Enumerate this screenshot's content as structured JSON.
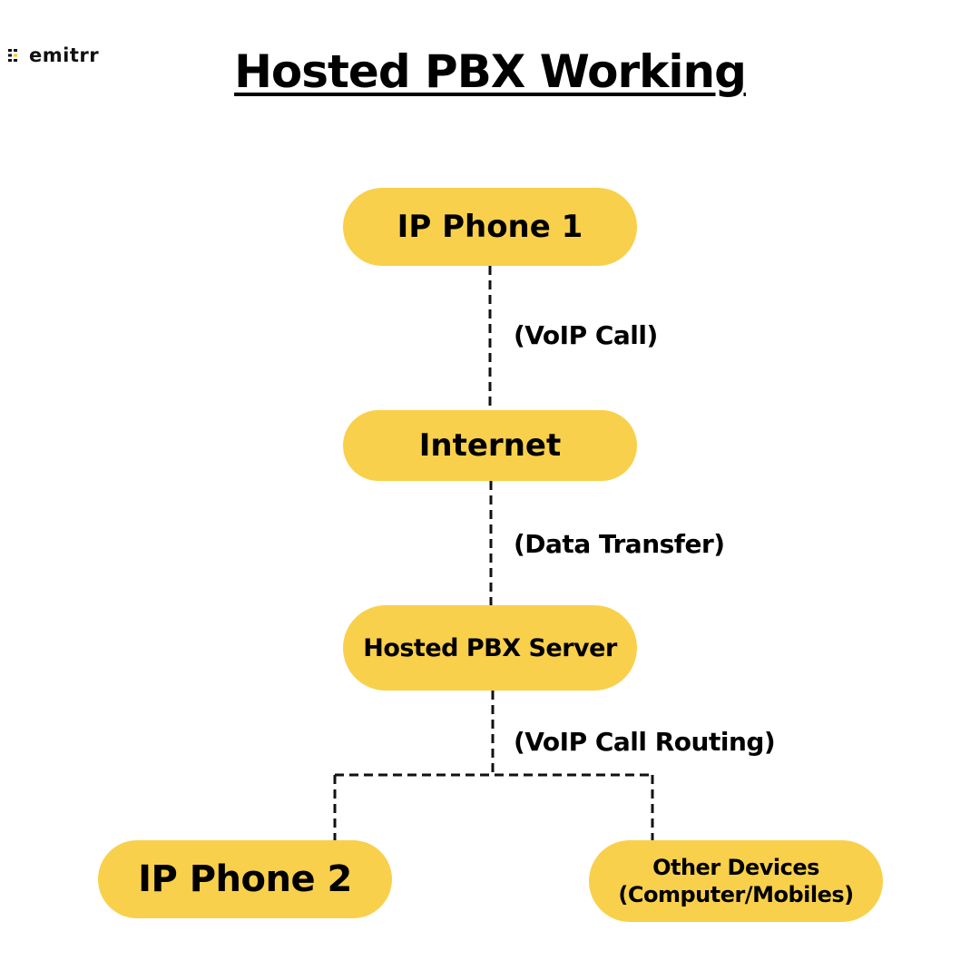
{
  "logo": {
    "text": "emitrr",
    "mark_color": "#f9c825"
  },
  "title": "Hosted PBX Working",
  "colors": {
    "node_fill": "#f9d04b",
    "connector": "#111111",
    "text": "#000000"
  },
  "nodes": {
    "ip_phone_1": "IP Phone 1",
    "internet": "Internet",
    "hosted_pbx_server": "Hosted PBX Server",
    "ip_phone_2": "IP Phone 2",
    "other_devices": {
      "line1": "Other Devices",
      "line2": "(Computer/Mobiles)"
    }
  },
  "edges": {
    "phone_to_internet": "(VoIP Call)",
    "internet_to_server": "(Data Transfer)",
    "server_to_devices": "(VoIP Call Routing)"
  }
}
